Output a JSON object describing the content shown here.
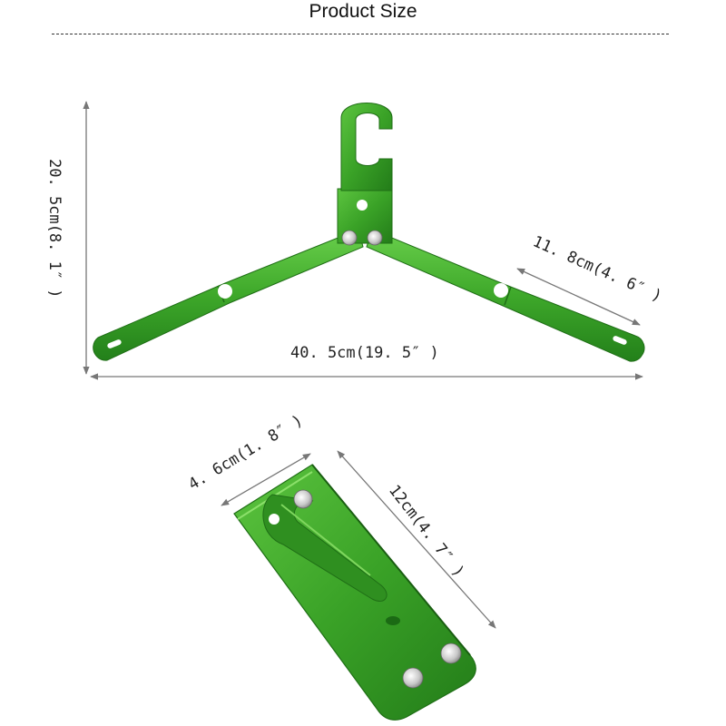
{
  "title": "Product Size",
  "product_color": "#3ea82a",
  "dimensions": {
    "height": "20. 5cm(8. 1″ )",
    "arm": "11. 8cm(4. 6″ )",
    "width": "40. 5cm(19. 5″ )",
    "folded_width": "4. 6cm(1. 8″ )",
    "folded_length": "12cm(4. 7″ )"
  }
}
